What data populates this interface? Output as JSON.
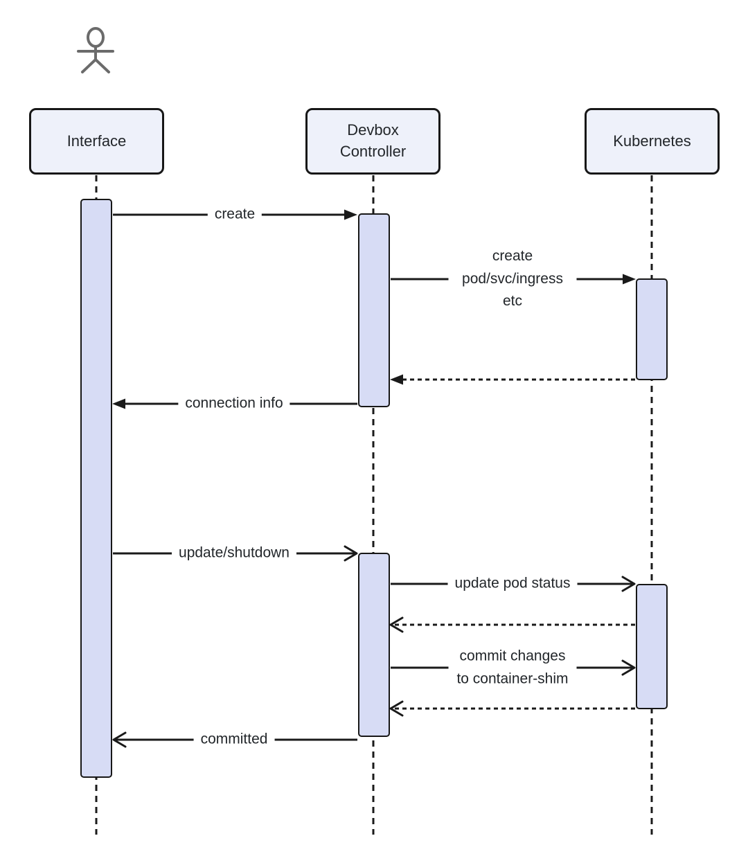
{
  "diagram": {
    "type": "sequence-diagram",
    "participants": [
      {
        "id": "interface",
        "label": "Interface",
        "has_actor_icon": true
      },
      {
        "id": "devbox-controller",
        "label": "Devbox Controller",
        "has_actor_icon": false
      },
      {
        "id": "kubernetes",
        "label": "Kubernetes",
        "has_actor_icon": false
      }
    ],
    "icons": {
      "actor": "person-stick-figure"
    },
    "messages": [
      {
        "from": "interface",
        "to": "devbox-controller",
        "label": "create",
        "line": "solid",
        "arrowhead": "filled"
      },
      {
        "from": "devbox-controller",
        "to": "kubernetes",
        "label": "create pod/svc/ingress etc",
        "line": "solid",
        "arrowhead": "filled"
      },
      {
        "from": "kubernetes",
        "to": "devbox-controller",
        "label": "",
        "line": "dashed",
        "arrowhead": "filled"
      },
      {
        "from": "devbox-controller",
        "to": "interface",
        "label": "connection info",
        "line": "solid",
        "arrowhead": "filled"
      },
      {
        "from": "interface",
        "to": "devbox-controller",
        "label": "update/shutdown",
        "line": "solid",
        "arrowhead": "open"
      },
      {
        "from": "devbox-controller",
        "to": "kubernetes",
        "label": "update pod status",
        "line": "solid",
        "arrowhead": "open"
      },
      {
        "from": "kubernetes",
        "to": "devbox-controller",
        "label": "",
        "line": "dashed",
        "arrowhead": "open"
      },
      {
        "from": "devbox-controller",
        "to": "kubernetes",
        "label": "commit changes to container-shim",
        "line": "solid",
        "arrowhead": "open"
      },
      {
        "from": "kubernetes",
        "to": "devbox-controller",
        "label": "",
        "line": "dashed",
        "arrowhead": "open"
      },
      {
        "from": "devbox-controller",
        "to": "interface",
        "label": "committed",
        "line": "solid",
        "arrowhead": "open"
      }
    ]
  },
  "colors": {
    "background": "#ffffff",
    "participant_fill": "#eef1fa",
    "participant_border": "#171717",
    "activation_fill": "#d7dcf5",
    "activation_border": "#171717",
    "line": "#1a1a1a",
    "text": "#22262a",
    "actor_icon": "#6b6b6b"
  }
}
